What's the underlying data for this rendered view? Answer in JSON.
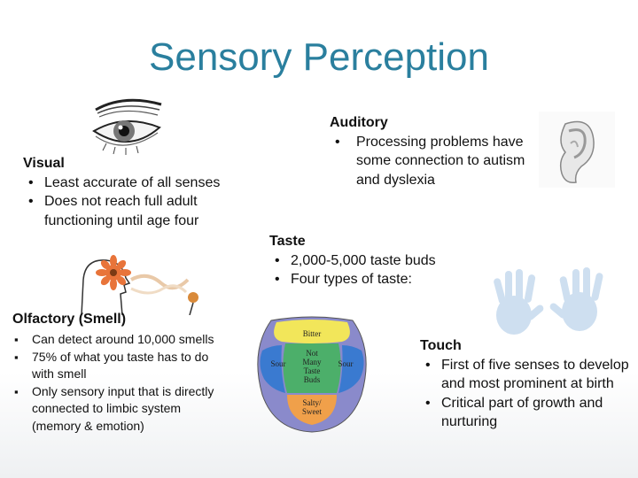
{
  "slide": {
    "title": "Sensory Perception",
    "accent_color": "#2a7f9e"
  },
  "visual": {
    "heading": "Visual",
    "items": [
      "Least accurate of all senses",
      "Does not reach full adult functioning until age four"
    ],
    "icon": "eye-icon"
  },
  "auditory": {
    "heading": "Auditory",
    "items": [
      "Processing problems have some connection to autism and dyslexia"
    ],
    "icon": "ear-icon"
  },
  "taste": {
    "heading": "Taste",
    "items": [
      "2,000-5,000 taste buds",
      "Four types of taste:"
    ],
    "icon": "tongue-map-icon",
    "tongue_labels": {
      "bitter": "Bitter",
      "sour_left": "Sour",
      "sour_right": "Sour",
      "center": [
        "Not",
        "Many",
        "Taste",
        "Buds"
      ],
      "salty_sweet": [
        "Salty/",
        "Sweet"
      ]
    }
  },
  "olfactory": {
    "heading": "Olfactory (Smell)",
    "items": [
      "Can detect around 10,000 smells",
      "75% of what you taste has to do with smell",
      "Only sensory input that is directly connected to limbic system (memory & emotion)"
    ],
    "icon": "smelling-flower-icon"
  },
  "touch": {
    "heading": "Touch",
    "items": [
      "First of five senses to develop and most prominent at birth",
      "Critical part of growth and nurturing"
    ],
    "icon": "handprints-icon"
  }
}
